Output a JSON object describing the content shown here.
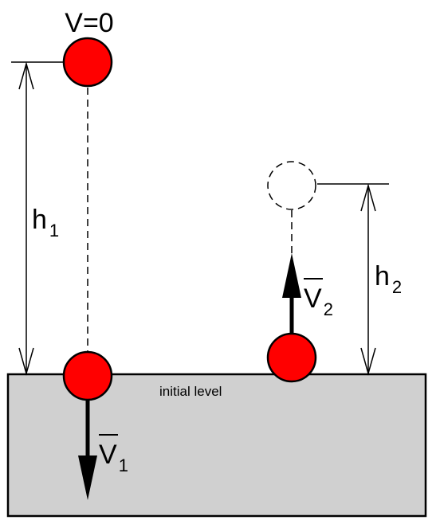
{
  "labels": {
    "top_velocity": "V=0",
    "h1_main": "h",
    "h1_sub": "1",
    "h2_main": "h",
    "h2_sub": "2",
    "v1_main": "V",
    "v1_sub": "1",
    "v2_main": "V",
    "v2_sub": "2",
    "initial_level": "initial level"
  },
  "colors": {
    "ball_fill": "#ff0000",
    "ground_fill": "#d0d0d0",
    "line": "#000000"
  }
}
